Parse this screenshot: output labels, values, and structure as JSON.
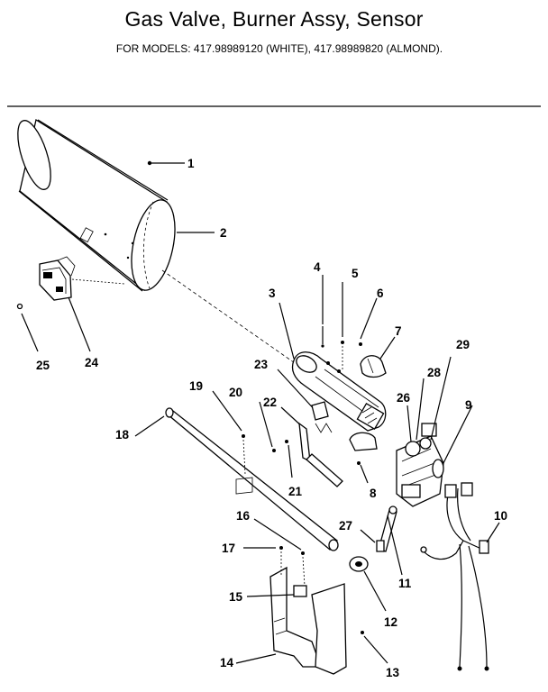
{
  "title": "Gas Valve, Burner Assy, Sensor",
  "subtitle": "FOR MODELS:  417.98989120 (WHITE), 417.98989820 (ALMOND).",
  "callouts": [
    "1",
    "2",
    "3",
    "4",
    "5",
    "6",
    "7",
    "8",
    "9",
    "10",
    "11",
    "12",
    "13",
    "14",
    "15",
    "16",
    "17",
    "18",
    "19",
    "20",
    "21",
    "22",
    "23",
    "24",
    "25",
    "26",
    "27",
    "28",
    "29"
  ]
}
